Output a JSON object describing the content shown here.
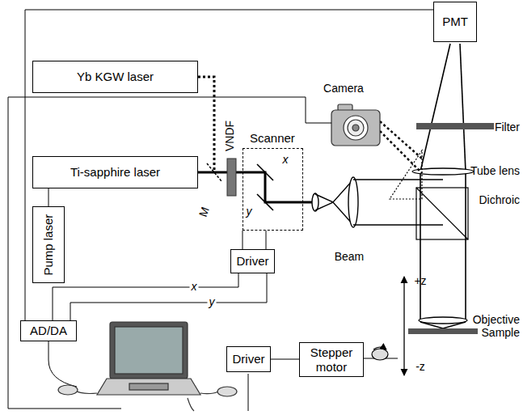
{
  "diagram": {
    "nodes": [
      {
        "text": [
          "PMT"
        ]
      },
      {
        "text": [
          "Yb KGW laser"
        ]
      },
      {
        "text": [
          "Ti-sapphire laser"
        ]
      },
      {
        "text": [
          "Scanner"
        ]
      },
      {
        "text": [
          "Pump laser"
        ]
      },
      {
        "text": [
          "Driver"
        ]
      },
      {
        "text": [
          "AD/DA"
        ]
      },
      {
        "text": [
          "Driver"
        ]
      },
      {
        "text": [
          "Stepper motor"
        ]
      }
    ],
    "edges": [
      {
        "from": 4,
        "to": 2,
        "arrow": "none"
      },
      {
        "from": 3,
        "to": 5,
        "arrow": "none"
      },
      {
        "from": 3,
        "to": 5,
        "arrow": "none"
      },
      {
        "from": 5,
        "to": 6,
        "label": "x",
        "arrow": "none"
      },
      {
        "from": 5,
        "to": 6,
        "label": "y",
        "arrow": "none"
      },
      {
        "from": 0,
        "to": 6,
        "arrow": "none"
      },
      {
        "from": 7,
        "to": 8,
        "arrow": "none"
      }
    ],
    "labels": [
      "M",
      "VNDF",
      "x",
      "y",
      "Camera",
      "Filter",
      "Tube lens",
      "Dichroic",
      "Beam",
      "Objective",
      "+z",
      "-z",
      "Sample"
    ]
  }
}
